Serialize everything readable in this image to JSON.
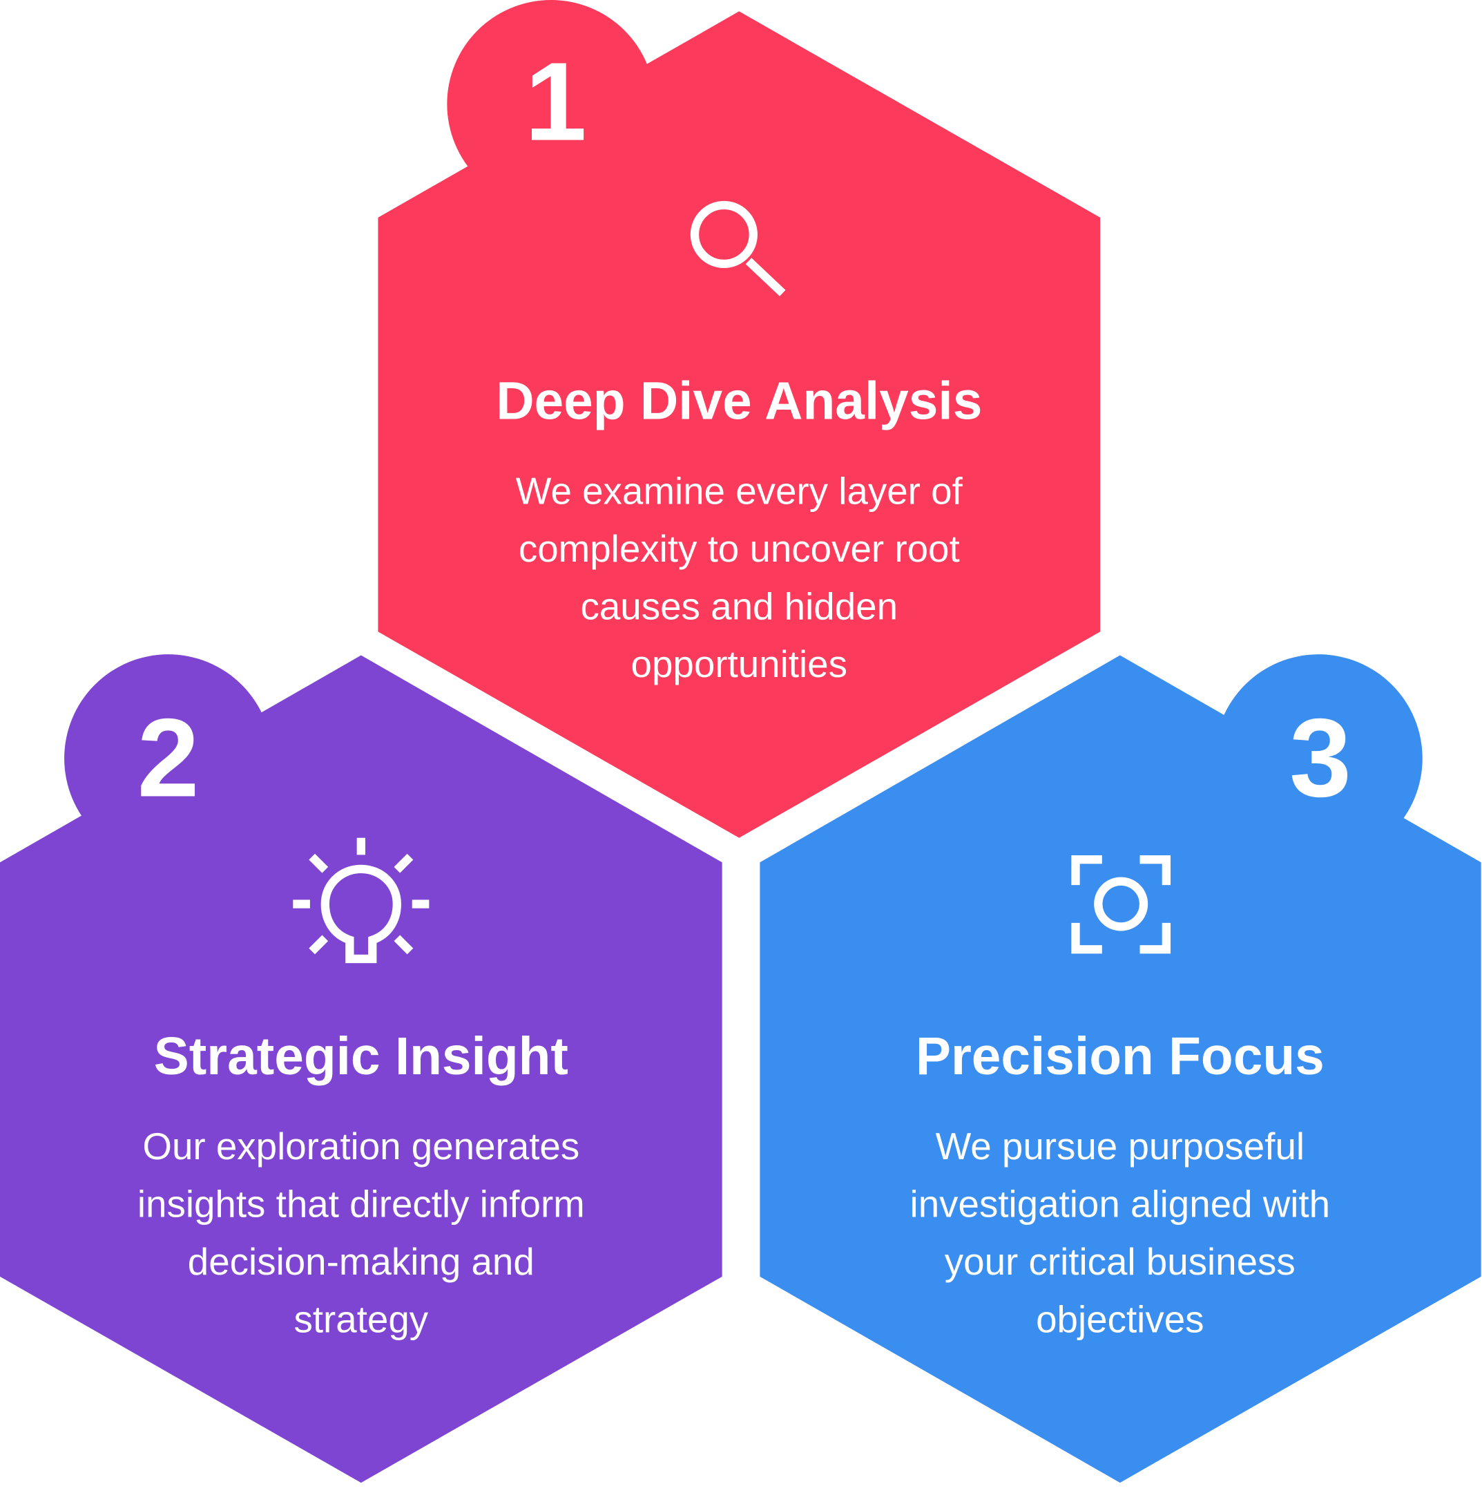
{
  "colors": {
    "red": "#FC3A5C",
    "purple": "#7E44D2",
    "blue": "#3A8EF0"
  },
  "cards": [
    {
      "number": "1",
      "icon": "magnifier-icon",
      "title": "Deep Dive Analysis",
      "lines": [
        "We examine every layer of",
        "complexity to uncover root",
        "causes and hidden",
        "opportunities"
      ]
    },
    {
      "number": "2",
      "icon": "lightbulb-icon",
      "title": "Strategic Insight",
      "lines": [
        "Our exploration generates",
        "insights that directly inform",
        "decision-making and",
        "strategy"
      ]
    },
    {
      "number": "3",
      "icon": "focus-camera-icon",
      "title": "Precision Focus",
      "lines": [
        "We pursue purposeful",
        "investigation aligned with",
        "your critical business",
        "objectives"
      ]
    }
  ]
}
